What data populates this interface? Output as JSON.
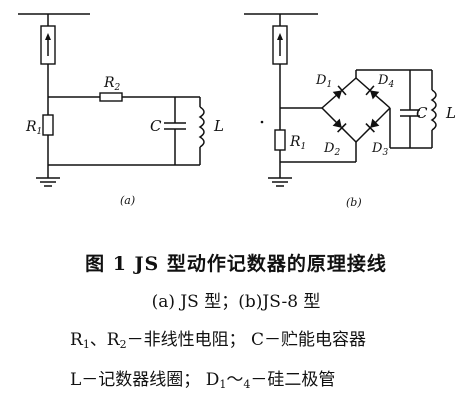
{
  "labels": {
    "r1": "R",
    "r1_sub": "1",
    "r2": "R",
    "r2_sub": "2",
    "c": "C",
    "l": "L",
    "cap_a": "(a)",
    "r1b": "R",
    "r1b_sub": "1",
    "d1": "D",
    "d1_sub": "1",
    "d2": "D",
    "d2_sub": "2",
    "d3": "D",
    "d3_sub": "3",
    "d4": "D",
    "d4_sub": "4",
    "cb": "C",
    "lb": "L",
    "cap_b": "(b)"
  },
  "caption": {
    "title": "图 1   JS 型动作记数器的原理接线",
    "subtitle": "(a) JS 型；(b)JS-8 型",
    "legend1_a": "R",
    "legend1_a_sub": "1",
    "legend1_b": "、R",
    "legend1_b_sub": "2",
    "legend1_c": "－非线性电阻；  C－贮能电容器",
    "legend2_a": "L－记数器线圈；  D",
    "legend2_sub": "1",
    "legend2_b": "～",
    "legend2_sub2": "4",
    "legend2_c": "－硅二极管"
  }
}
